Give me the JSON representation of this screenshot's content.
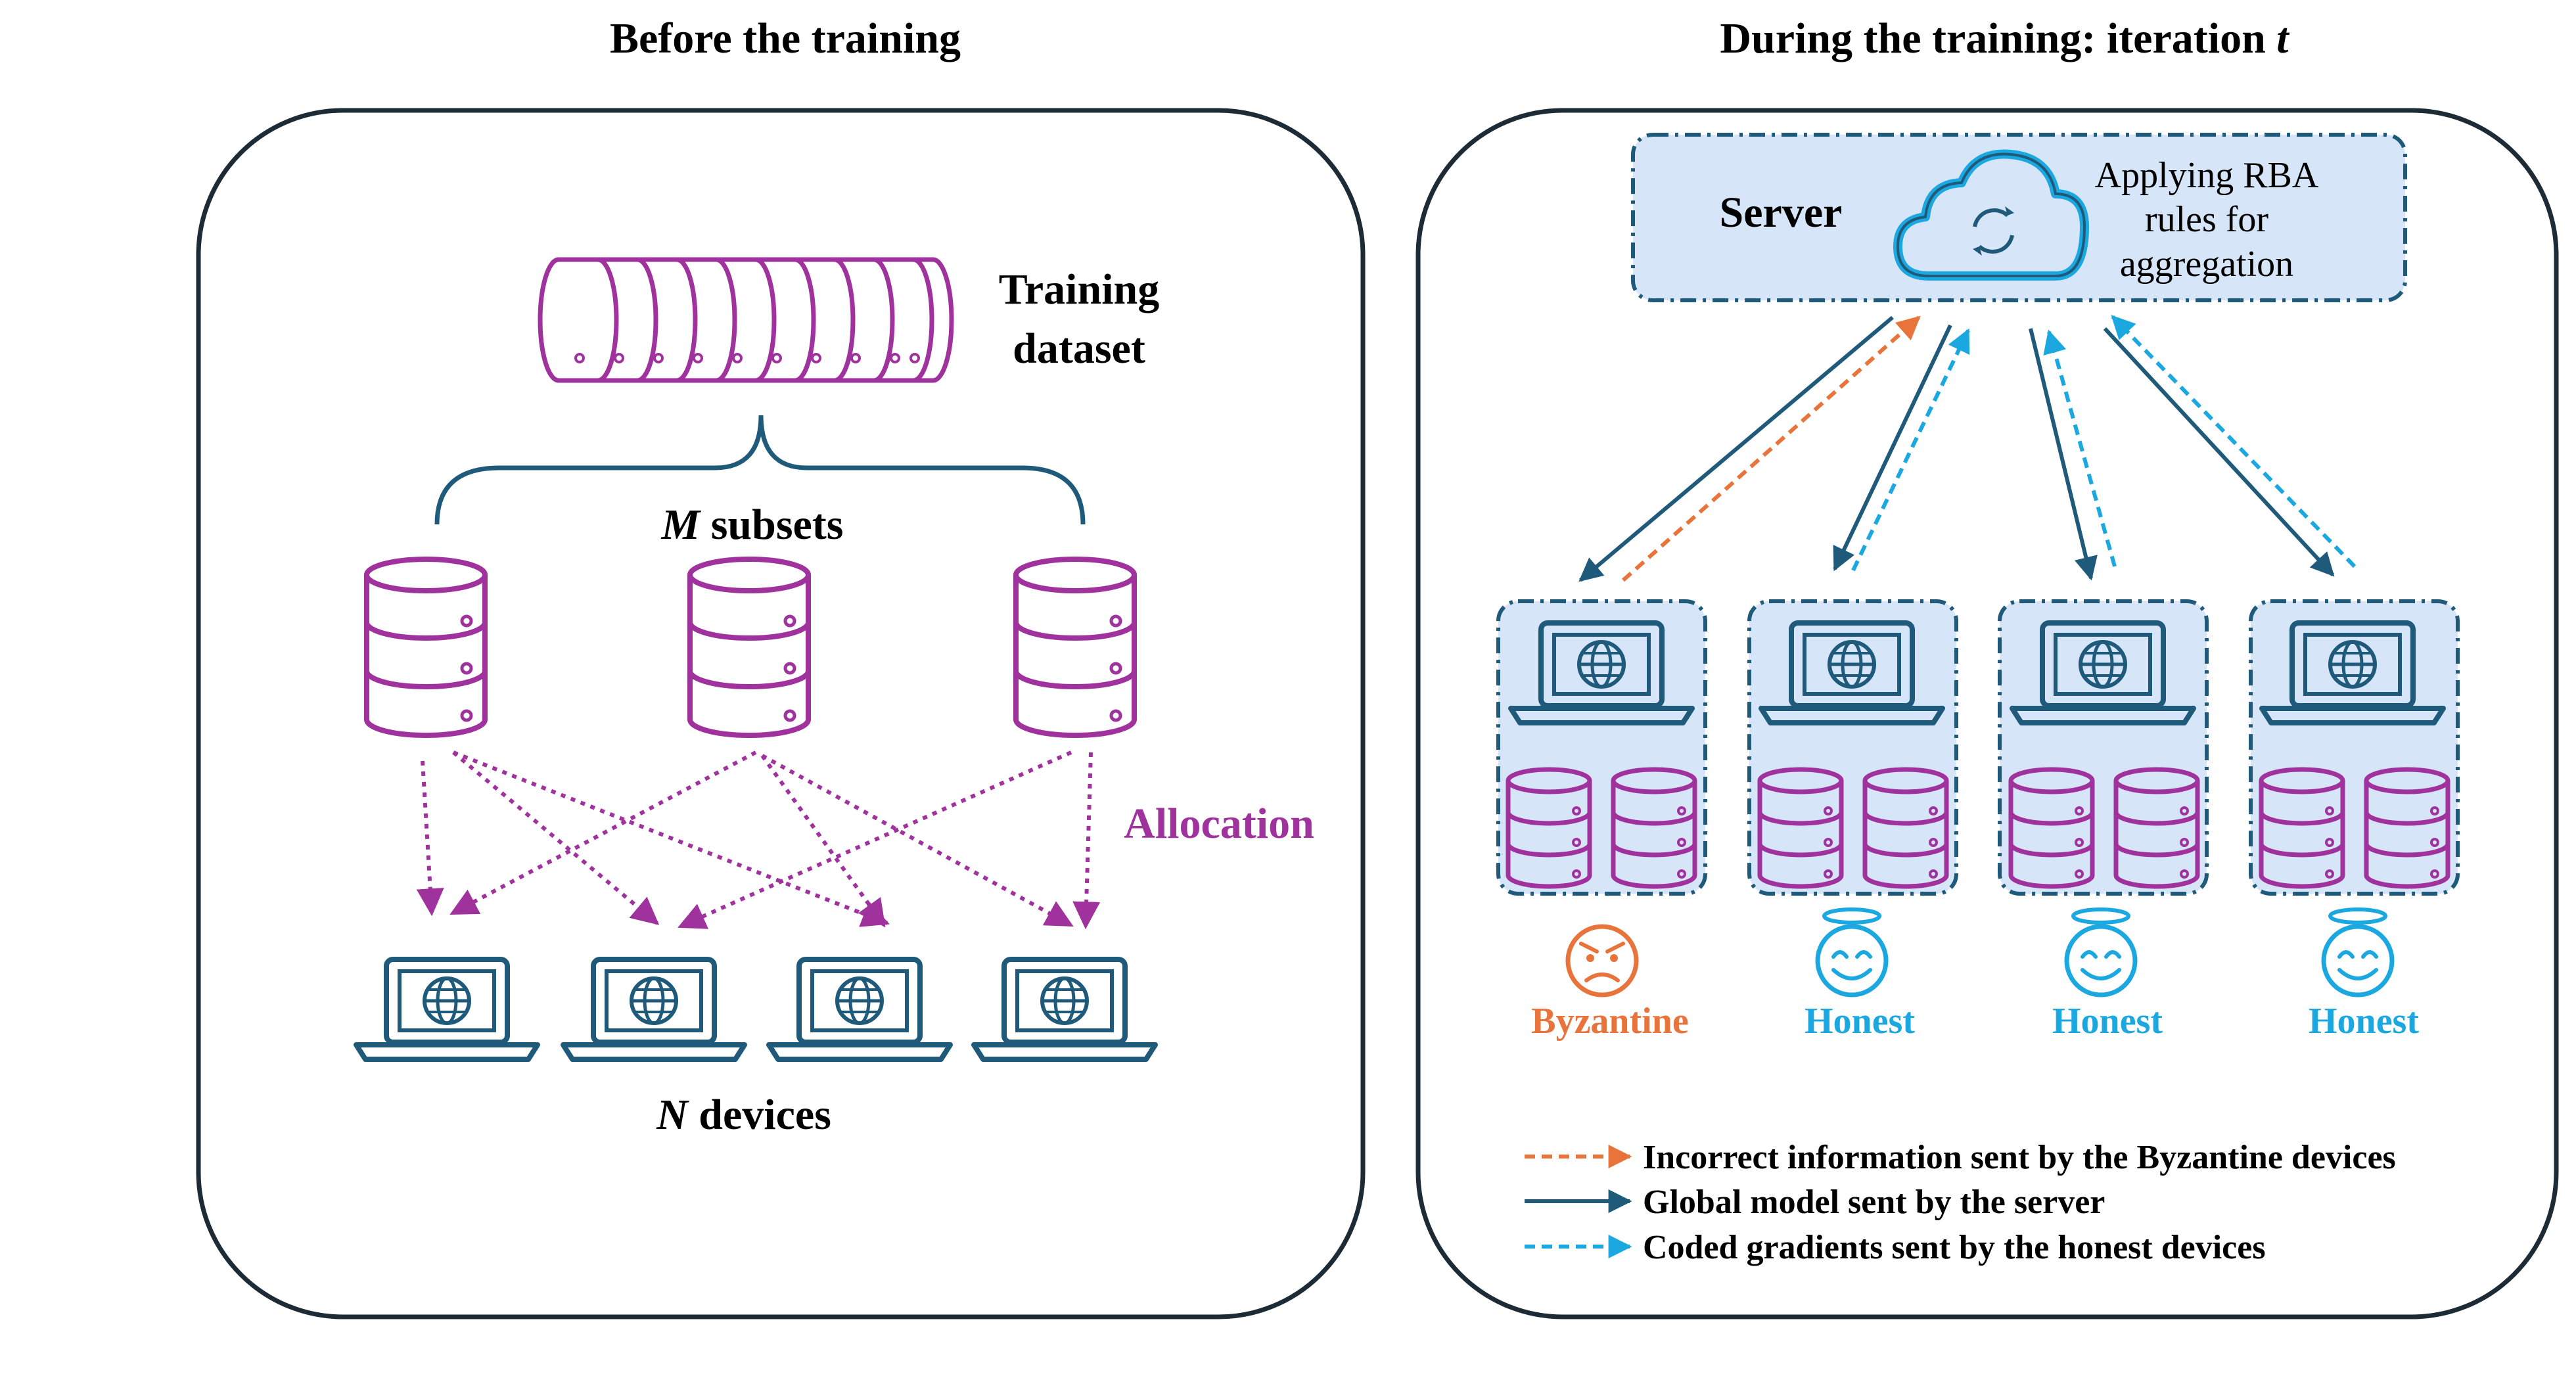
{
  "left_panel": {
    "heading": "Before the training",
    "dataset_label_line1": "Training",
    "dataset_label_line2": "dataset",
    "subsets_var": "M",
    "subsets_label": " subsets",
    "allocation_label": "Allocation",
    "devices_var": "N",
    "devices_label": " devices"
  },
  "right_panel": {
    "heading_prefix": "During the training: iteration ",
    "heading_var": "t",
    "server_label": "Server",
    "server_note_line1": "Applying RBA",
    "server_note_line2": "rules for",
    "server_note_line3": "aggregation",
    "devices": [
      {
        "status": "Byzantine"
      },
      {
        "status": "Honest"
      },
      {
        "status": "Honest"
      },
      {
        "status": "Honest"
      }
    ]
  },
  "legend": [
    {
      "label": "Incorrect information sent by the Byzantine devices",
      "style": "dashed",
      "color": "#e8743b"
    },
    {
      "label": "Global model sent by the server",
      "style": "solid",
      "color": "#1f5a7a"
    },
    {
      "label": "Coded gradients sent by the honest devices",
      "style": "dashed",
      "color": "#1ba7e0"
    }
  ],
  "colors": {
    "purple": "#a0329e",
    "teal": "#1f5a7a",
    "panel_border": "#1c2b36",
    "server_fill": "#d6e6f8",
    "byzantine": "#e8743b",
    "honest": "#1ba7e0"
  }
}
